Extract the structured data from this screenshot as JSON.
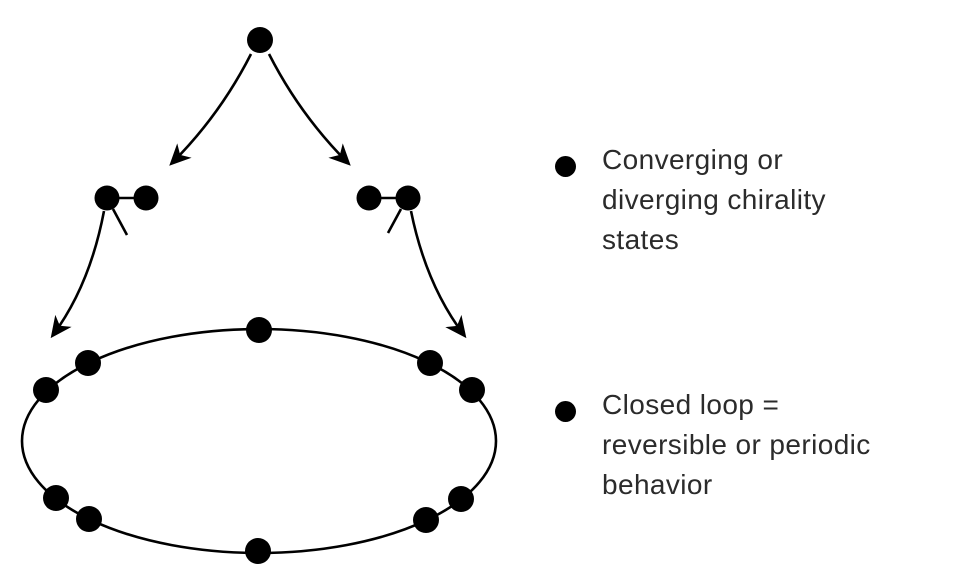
{
  "page": {
    "background": "#ffffff"
  },
  "diagram": {
    "ink_color": "#000000",
    "top_node_count": 1,
    "branch_pair_count": 2,
    "loop_node_count": 10,
    "loop_shape": "ellipse"
  },
  "legend": {
    "bullet_color": "#000000",
    "text_color": "#2b2b2b",
    "items": [
      {
        "label": "Converging or diverging chirality states",
        "lines": [
          "Converging or",
          "diverging chirality",
          "states"
        ]
      },
      {
        "label": "Closed loop = reversible or periodic behavior",
        "lines": [
          "Closed loop =",
          "reversible or periodic",
          "behavior"
        ]
      }
    ]
  }
}
